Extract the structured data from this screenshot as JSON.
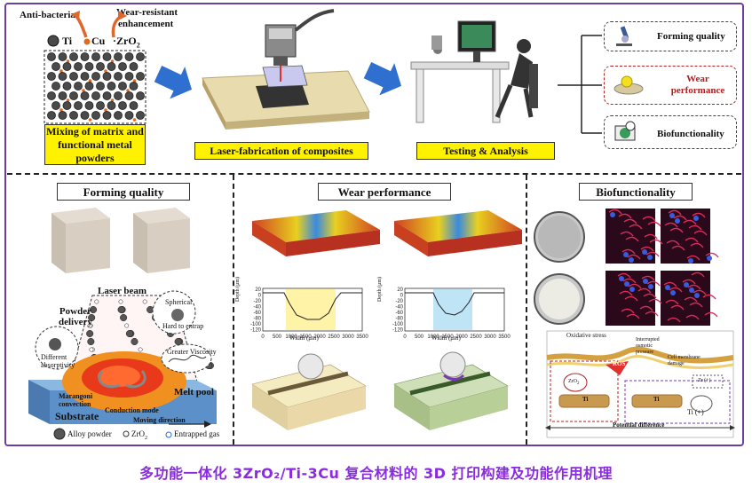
{
  "top": {
    "anti_bacteria": "Anti-bacteria",
    "wear_resistant_1": "Wear-resistant",
    "wear_resistant_2": "enhancement",
    "legend_ti": "Ti",
    "legend_cu": "Cu",
    "legend_zro2": "ZrO",
    "legend_zro2_sub": "2",
    "step1_line1": "Mixing of matrix and",
    "step1_line2": "functional metal",
    "step1_line3": "powders",
    "step2": "Laser-fabrication of composites",
    "step3": "Testing & Analysis",
    "out1": "Forming quality",
    "out2_line1": "Wear",
    "out2_line2": "performance",
    "out3": "Biofunctionality"
  },
  "forming": {
    "title": "Forming quality",
    "laser_beam": "Laser beam",
    "powder_1": "Powder",
    "powder_2": "delivery",
    "spherical": "Spherical",
    "hard_to_entrap": "Hard to entrap",
    "different_1": "Different",
    "different_2": "absorptivity",
    "greater_viscosity": "Greater Viscosity",
    "melt_pool": "Melt pool",
    "marangoni_1": "Marangoni",
    "marangoni_2": "convection",
    "conduction_mode": "Conduction mode",
    "substrate": "Substrate",
    "moving_direction": "Moving direction",
    "legend_alloy": "Alloy powder",
    "legend_zro2": "ZrO",
    "legend_zro2_sub": "2",
    "legend_gas": "Entrapped gas"
  },
  "wear": {
    "title": "Wear performance",
    "xlabel": "Width (μm)",
    "ylabel": "Depth (μm)",
    "xticks": [
      "0",
      "500",
      "1000",
      "1500",
      "2000",
      "2500",
      "3000",
      "3500"
    ],
    "yticks": [
      "20",
      "0",
      "-20",
      "-40",
      "-60",
      "-80",
      "-100",
      "-120"
    ]
  },
  "bio": {
    "title": "Biofunctionality",
    "oxidative_stress": "Oxidative stress",
    "ros": "ROS",
    "interrupted_1": "Interrupted",
    "interrupted_2": "osmotic",
    "interrupted_3": "pressure",
    "cell_membrane_1": "Cell membrane",
    "cell_membrane_2": "damage",
    "zr_ion": "Zr (+)",
    "zro2": "ZrO",
    "zro2_sub": "2",
    "ti2cu": "Ti",
    "ti_ion": "Ti (+)",
    "potential_difference": "Potential difference"
  },
  "caption": {
    "text": "多功能一体化 3ZrO₂/Ti-3Cu 复合材料的 3D 打印构建及功能作用机理"
  },
  "colors": {
    "frame": "#6a3fa0",
    "highlight": "#fff200",
    "caption": "#8a2be2",
    "arrow_blue": "#2f6fd0",
    "arrow_orange": "#e0662a"
  }
}
